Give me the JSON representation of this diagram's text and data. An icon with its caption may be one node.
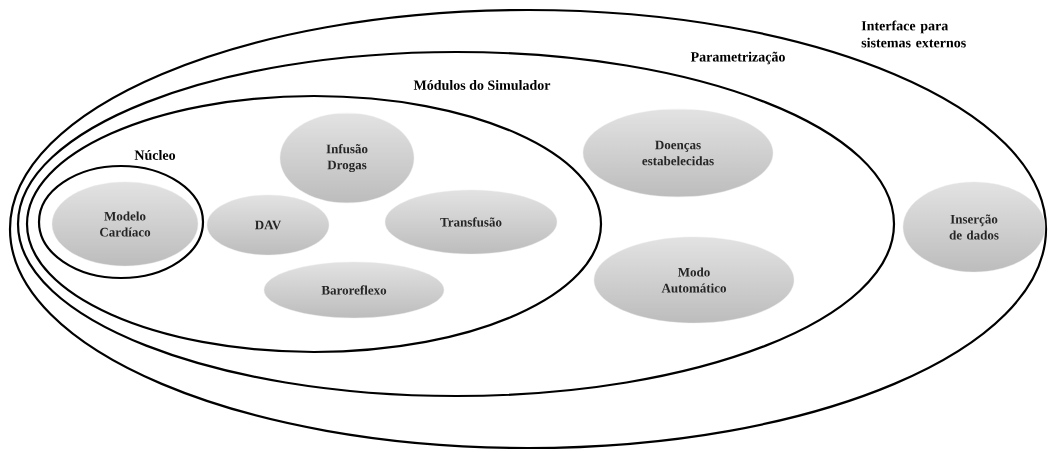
{
  "diagram": {
    "nodes": [
      {
        "text": [
          "Interface para sistemas externos"
        ]
      },
      {
        "text": [
          "Parametrização"
        ],
        "in": 0
      },
      {
        "text": [
          "Módulos do Simulador"
        ],
        "in": 1
      },
      {
        "text": [
          "Núcleo"
        ],
        "in": 2
      },
      {
        "text": [
          "Modelo Cardíaco"
        ],
        "in": 3
      },
      {
        "text": [
          "Infusão Drogas"
        ],
        "in": 2
      },
      {
        "text": [
          "DAV"
        ],
        "in": 2
      },
      {
        "text": [
          "Transfusão"
        ],
        "in": 2
      },
      {
        "text": [
          "Baroreflexo"
        ],
        "in": 2
      },
      {
        "text": [
          "Doenças estabelecidas"
        ],
        "in": 1
      },
      {
        "text": [
          "Modo Automático"
        ],
        "in": 1
      },
      {
        "text": [
          "Inserção de dados"
        ],
        "in": 0
      }
    ]
  }
}
